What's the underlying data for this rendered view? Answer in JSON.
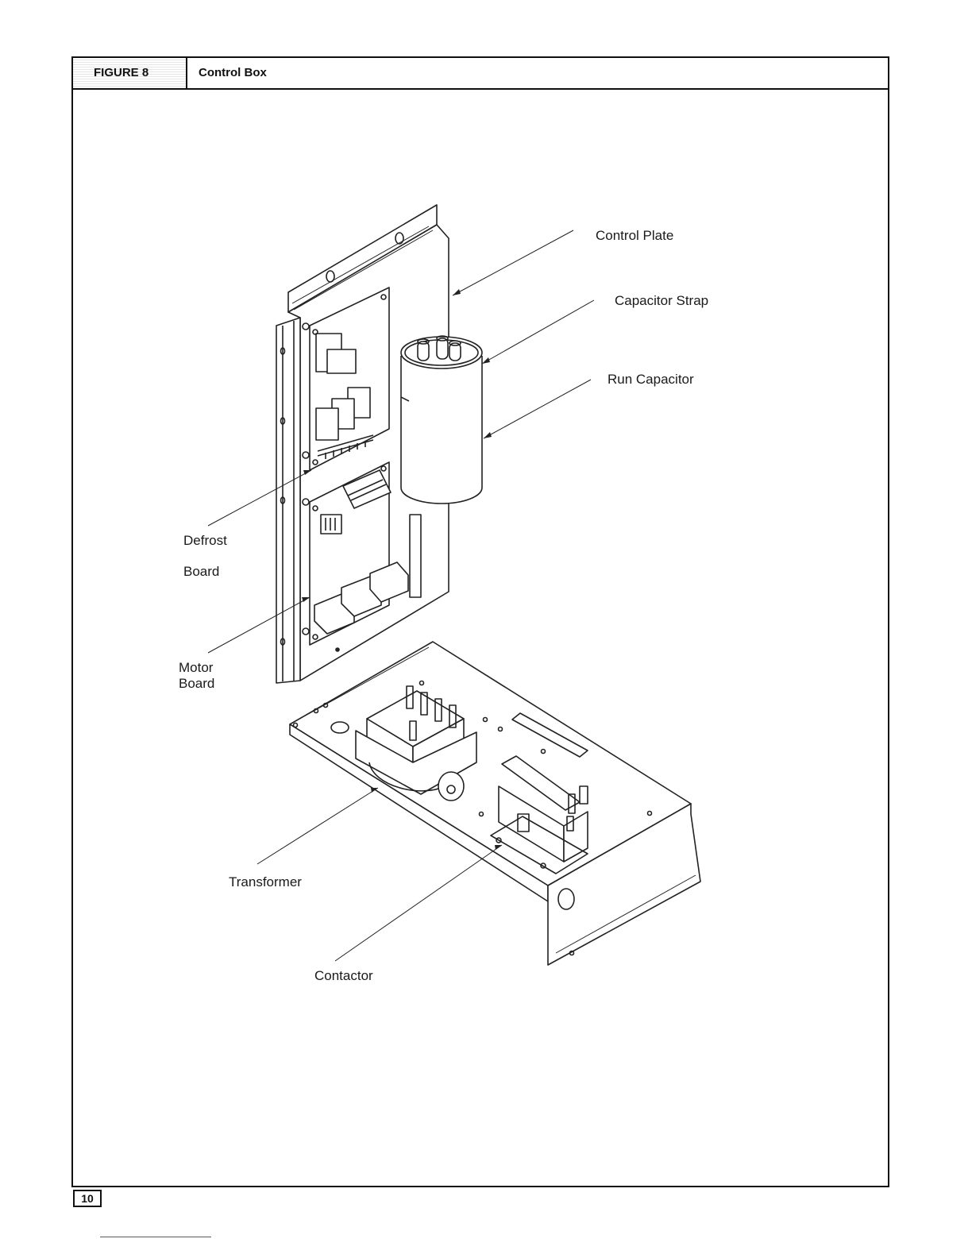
{
  "figure": {
    "label": "FIGURE 8",
    "title": "Control Box"
  },
  "callouts": {
    "control_plate": "Control Plate",
    "capacitor_strap": "Capacitor Strap",
    "run_capacitor": "Run Capacitor",
    "defrost_line1": "Defrost",
    "defrost_line2": "Board",
    "motor_line1": "Motor",
    "motor_line2": "Board",
    "transformer": "Transformer",
    "contactor": "Contactor"
  },
  "page_number": "10"
}
